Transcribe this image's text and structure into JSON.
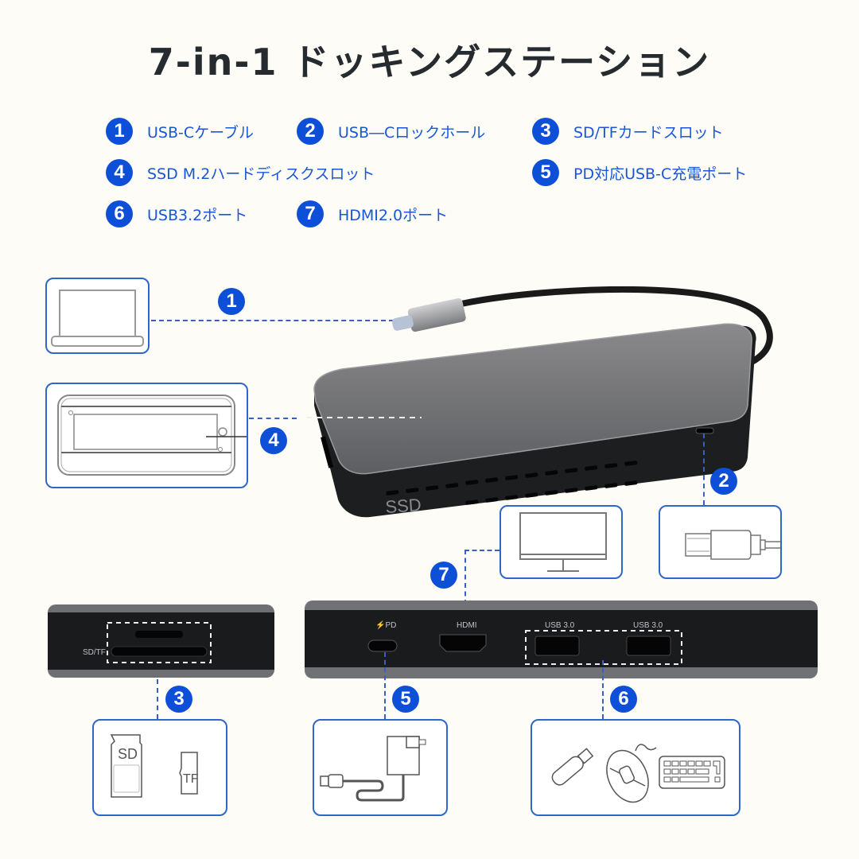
{
  "title": "7-in-1 ドッキングステーション",
  "legend": [
    {
      "num": "1",
      "label": "USB-Cケーブル"
    },
    {
      "num": "2",
      "label": "USB―Cロックホール"
    },
    {
      "num": "3",
      "label": "SD/TFカードスロット"
    },
    {
      "num": "4",
      "label": "SSD M.2ハードディスクスロット"
    },
    {
      "num": "5",
      "label": "PD対応USB-C充電ポート"
    },
    {
      "num": "6",
      "label": "USB3.2ポート"
    },
    {
      "num": "7",
      "label": "HDMI2.0ポート"
    }
  ],
  "device": {
    "top_label": "SSD",
    "side_label": "SD/TF",
    "ports": {
      "pd": "⚡PD",
      "hdmi": "HDMI",
      "usb_a_1": "USB 3.0",
      "usb_a_2": "USB 3.0"
    }
  },
  "cards": {
    "sd": "SD",
    "tf": "TF"
  },
  "colors": {
    "accent": "#0e4fd8",
    "box_border": "#2f66c9",
    "background": "#fdfcf6",
    "title": "#262b2f"
  }
}
